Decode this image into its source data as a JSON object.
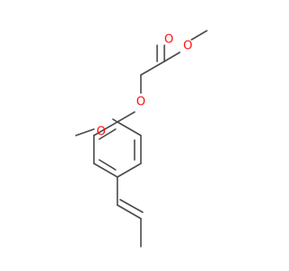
{
  "molecule": {
    "atoms": {
      "ester_carbonyl_O": {
        "symbol": "O",
        "color": "#ff0d0d"
      },
      "ester_ether_O": {
        "symbol": "O",
        "color": "#ff0d0d"
      },
      "aryl_ether_O": {
        "symbol": "O",
        "color": "#ff0d0d"
      },
      "methoxy_O": {
        "symbol": "O",
        "color": "#ff0d0d"
      }
    },
    "bond_color": "#4a4a4a"
  }
}
